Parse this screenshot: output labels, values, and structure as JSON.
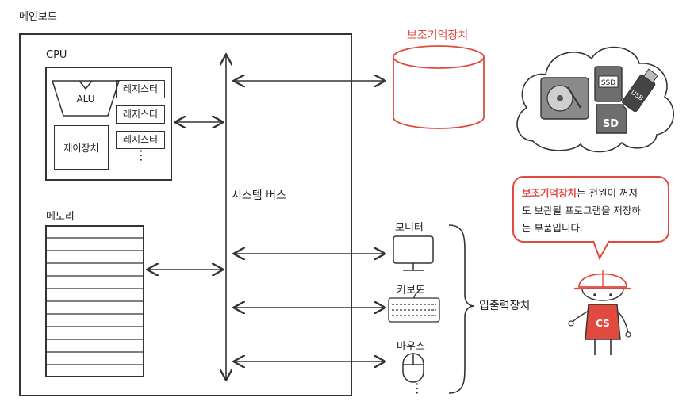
{
  "mainboard": {
    "label": "메인보드"
  },
  "cpu": {
    "label": "CPU",
    "alu": "ALU",
    "control_unit": "제어장치",
    "registers": [
      "레지스터",
      "레지스터",
      "레지스터"
    ],
    "more": "⋮"
  },
  "memory": {
    "label": "메모리"
  },
  "system_bus": {
    "label": "시스템 버스"
  },
  "secondary_storage": {
    "label": "보조기억장치"
  },
  "storage_devices": {
    "ssd": "SSD",
    "sd": "SD",
    "usb": "USB"
  },
  "io": {
    "label": "입출력장치",
    "devices": [
      "모니터",
      "키보드",
      "마우스"
    ],
    "more": "⋮"
  },
  "speech_bubble": {
    "highlight": "보조기억장치",
    "line1_rest": "는 전원이 꺼져",
    "line2": "도 보관될 프로그램을 저장하",
    "line3": "는 부품입니다."
  },
  "mascot": {
    "badge": "CS"
  },
  "colors": {
    "accent": "#e04a3f",
    "stroke": "#333333",
    "cloud_fill": "#ffffff"
  }
}
